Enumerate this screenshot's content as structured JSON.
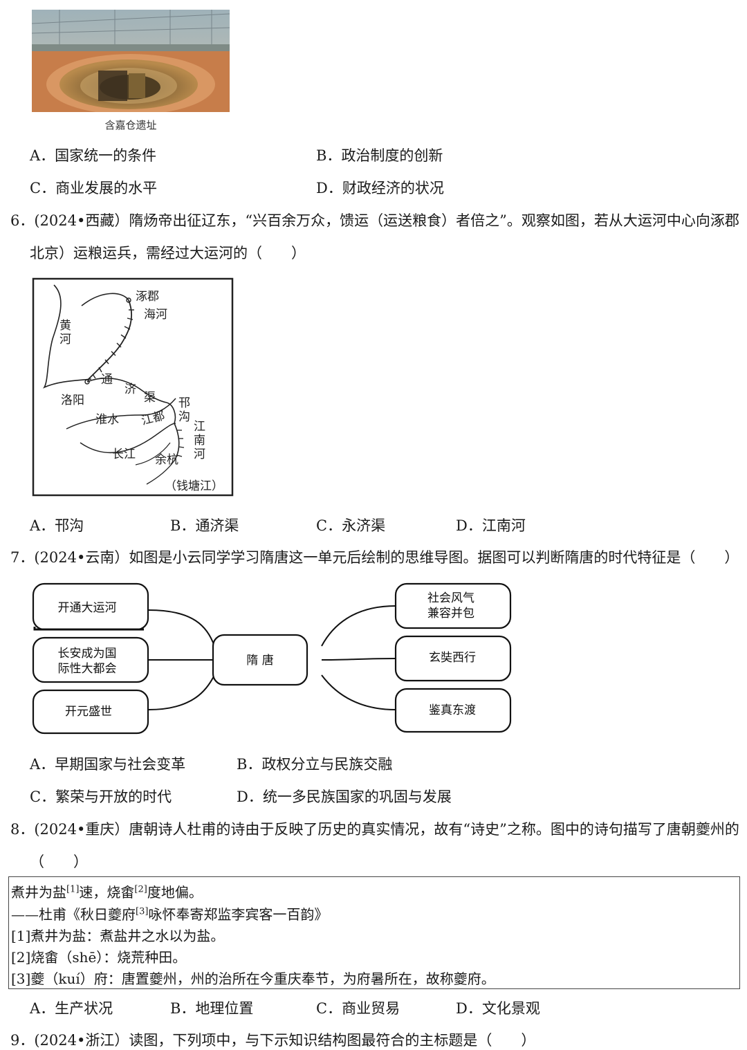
{
  "q5": {
    "photo_caption": "含嘉仓遗址",
    "options": [
      {
        "letter": "A．",
        "text": "国家统一的条件"
      },
      {
        "letter": "B．",
        "text": "政治制度的创新"
      },
      {
        "letter": "C．",
        "text": "商业发展的水平"
      },
      {
        "letter": "D．",
        "text": "财政经济的状况"
      }
    ]
  },
  "q6": {
    "line1": "6．(2024•西藏）隋炀帝出征辽东，“兴百余万众，馈运（运送粮食）者倍之”。观察如图，若从大运河中心向涿郡（今",
    "line2": "北京）运粮运兵，需经过大运河的（　　）",
    "map": {
      "zhuojun": "涿郡",
      "haihe": "海河",
      "huanghe_1": "黄",
      "huanghe_2": "河",
      "tong": "通",
      "ji": "济",
      "qu": "渠",
      "luoyang": "洛阳",
      "huaishui": "淮水",
      "jiangdu": "江都",
      "hangou_1": "邗",
      "hangou_2": "沟",
      "jiangnan_1": "江",
      "jiangnan_2": "南",
      "jiangnan_3": "河",
      "changjiang": "长江",
      "yuhang": "余杭",
      "qiantang": "（钱塘江）"
    },
    "options": [
      {
        "letter": "A．",
        "text": "邗沟"
      },
      {
        "letter": "B．",
        "text": "通济渠"
      },
      {
        "letter": "C．",
        "text": "永济渠"
      },
      {
        "letter": "D．",
        "text": "江南河"
      }
    ]
  },
  "q7": {
    "line1": "7．(2024•云南）如图是小云同学学习隋唐这一单元后绘制的思维导图。据图可以判断隋唐的时代特征是（　　）",
    "mindmap": {
      "center": "隋  唐",
      "left_1": "开通大运河",
      "left_2a": "长安成为国",
      "left_2b": "际性大都会",
      "left_3": "开元盛世",
      "right_1a": "社会风气",
      "right_1b": "兼容并包",
      "right_2": "玄奘西行",
      "right_3": "鉴真东渡"
    },
    "options": [
      {
        "letter": "A．",
        "text": "早期国家与社会变革"
      },
      {
        "letter": "B．",
        "text": "政权分立与民族交融"
      },
      {
        "letter": "C．",
        "text": "繁荣与开放的时代"
      },
      {
        "letter": "D．",
        "text": "统一多民族国家的巩固与发展"
      }
    ]
  },
  "q8": {
    "line1": "8．(2024•重庆）唐朝诗人杜甫的诗由于反映了历史的真实情况，故有“诗史”之称。图中的诗句描写了唐朝夔州的",
    "line2": "（　　）",
    "poem": {
      "l1a": "煮井为盐",
      "l1s1": "[1]",
      "l1b": "速，烧畬",
      "l1s2": "[2]",
      "l1c": "度地偏。",
      "l2a": "——杜甫《秋日夔府",
      "l2s": "[3]",
      "l2b": "咏怀奉寄郑监李宾客一百韵》",
      "n1": "[1]煮井为盐：煮盐井之水以为盐。",
      "n2": "[2]烧畬（shē）：烧荒种田。",
      "n3": "[3]夔（kuí）府：唐置夔州，州的治所在今重庆奉节，为府暑所在，故称夔府。"
    },
    "options": [
      {
        "letter": "A．",
        "text": "生产状况"
      },
      {
        "letter": "B．",
        "text": "地理位置"
      },
      {
        "letter": "C．",
        "text": "商业贸易"
      },
      {
        "letter": "D．",
        "text": "文化景观"
      }
    ]
  },
  "q9": {
    "line1": "9．(2024•浙江）读图，下列项中，与下示知识结构图最符合的主标题是（　　）"
  }
}
